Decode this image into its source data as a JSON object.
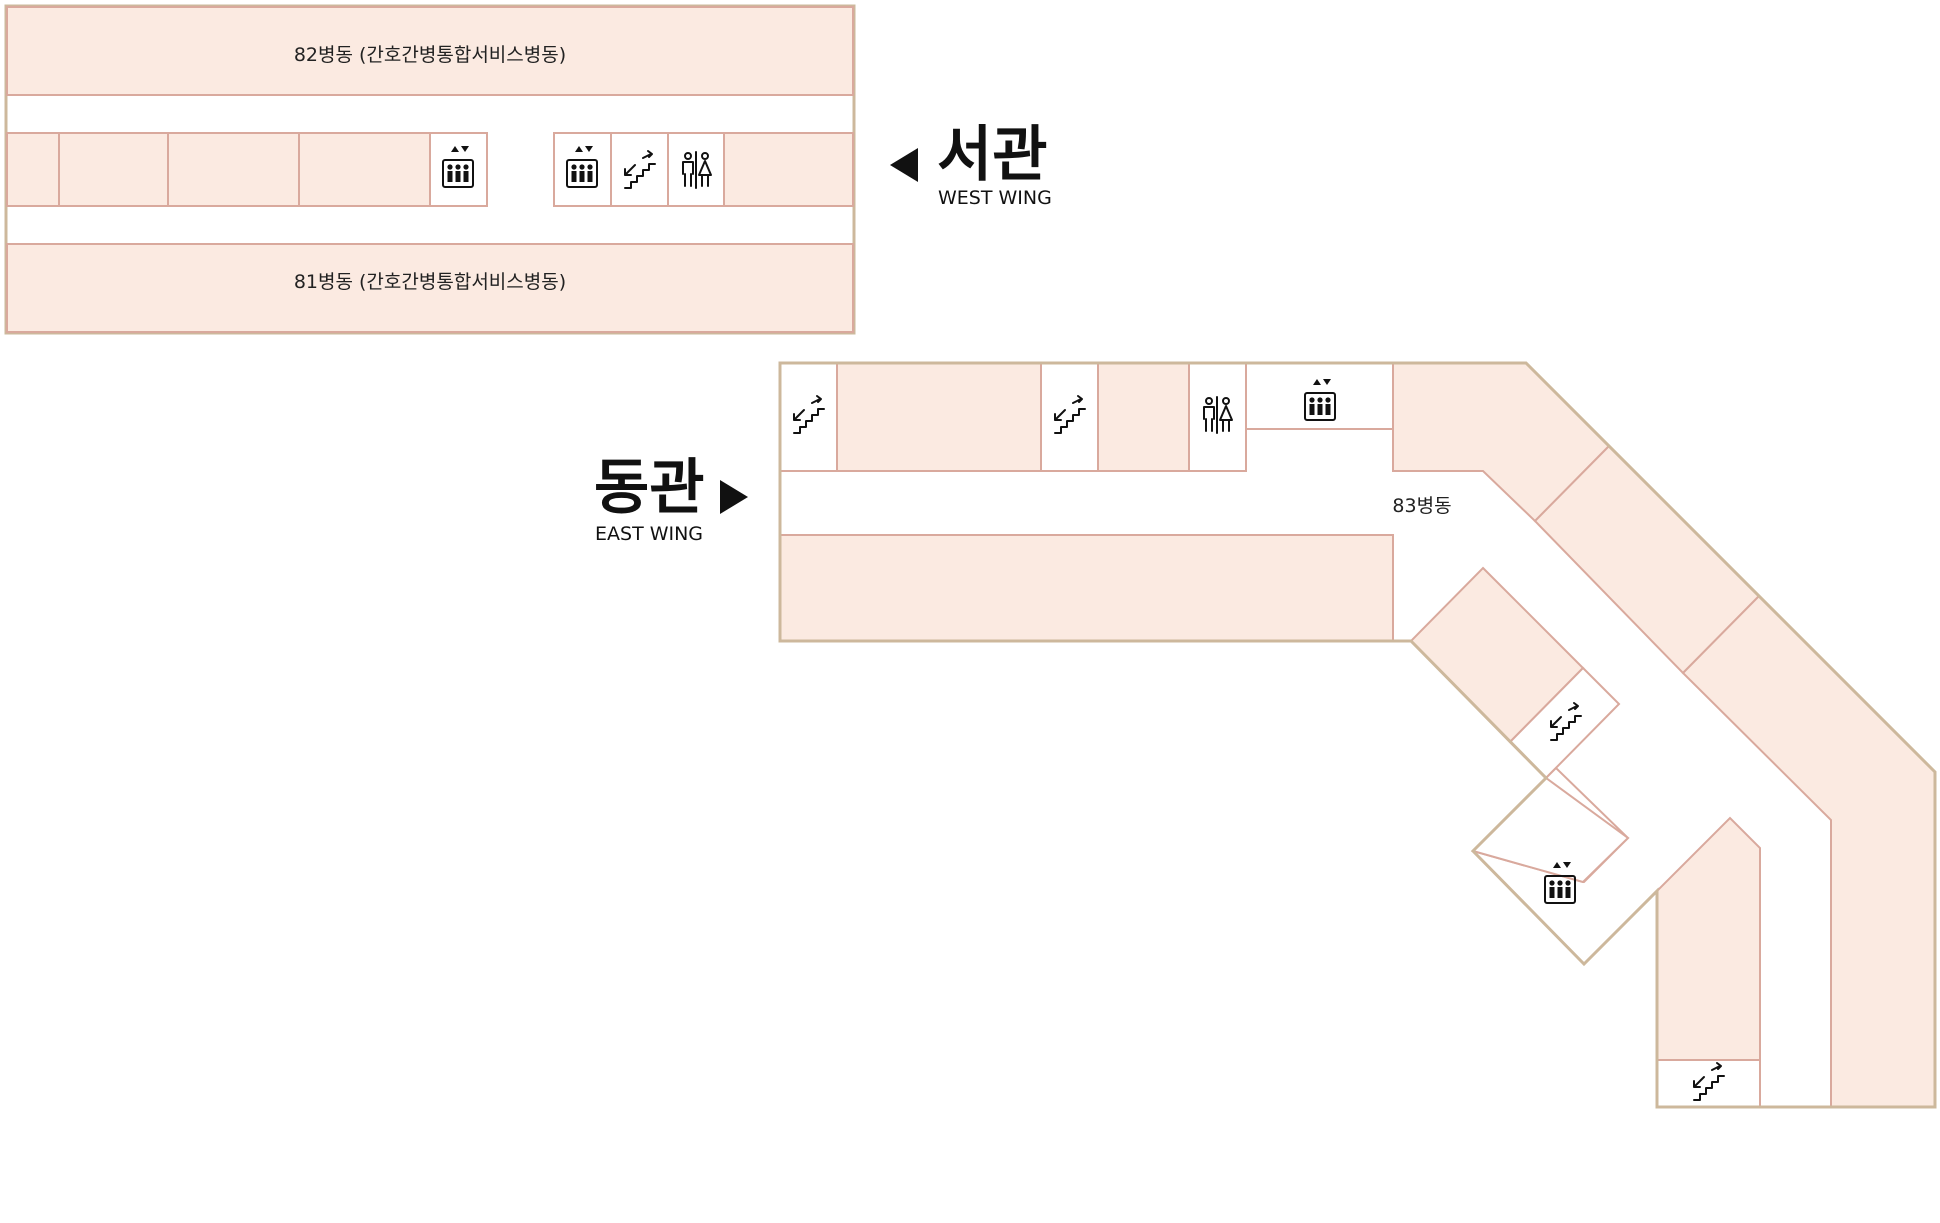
{
  "west_wing": {
    "name_ko": "서관",
    "name_en": "WEST WING",
    "ward_top": "82병동 (간호간병통합서비스병동)",
    "ward_bottom": "81병동 (간호간병통합서비스병동)"
  },
  "east_wing": {
    "name_ko": "동관",
    "name_en": "EAST WING",
    "ward": "83병동"
  },
  "icons": [
    "elevator-icon",
    "stairs-icon",
    "restroom-icon",
    "arrow-left-icon",
    "arrow-right-icon"
  ],
  "colors": {
    "room_fill": "#fbeae1",
    "wall": "#cdb89c",
    "partition": "#d9a99d"
  }
}
